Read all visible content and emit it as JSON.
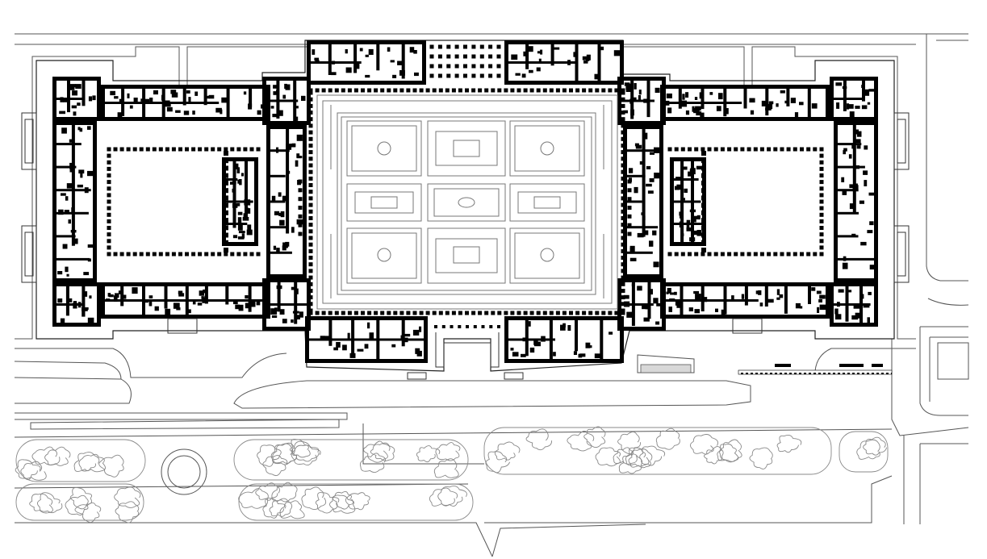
{
  "drawing": {
    "type": "architectural site plan",
    "wall_color": "#000000",
    "line_color": "#555555",
    "light_line_color": "#9a9a9a",
    "background": "#ffffff",
    "parts": [
      "west-courtyard-wing",
      "central-garden-court",
      "east-courtyard-wing",
      "north-entrance-block",
      "south-entrance-block",
      "road-network",
      "tree-groves",
      "roundabout"
    ]
  }
}
